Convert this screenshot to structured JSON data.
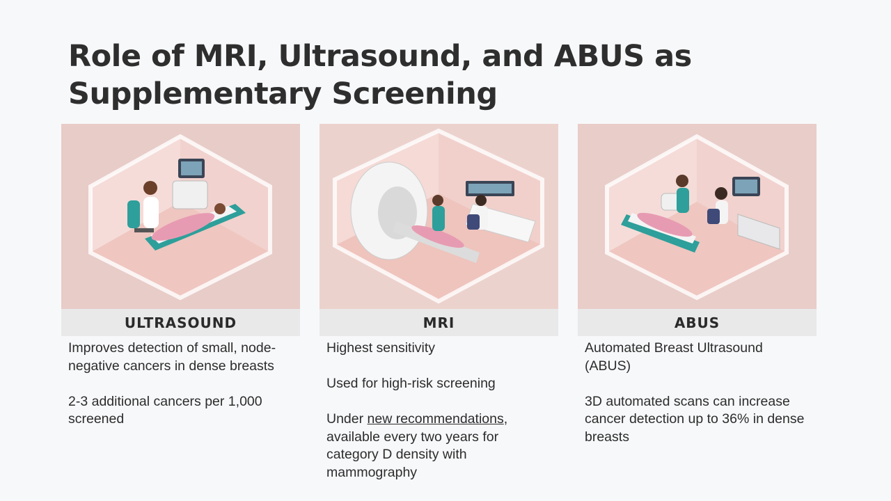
{
  "slide": {
    "title": "Role of MRI, Ultrasound, and ABUS as Supplementary Screening"
  },
  "cards": [
    {
      "heading": "ULTRASOUND",
      "image_icon": "ultrasound-exam-illustration",
      "paragraphs": [
        "Improves detection of small, node-negative cancers in dense breasts",
        "2-3 additional cancers per 1,000 screened"
      ]
    },
    {
      "heading": "MRI",
      "image_icon": "mri-scanner-illustration",
      "paragraphs": [
        "Highest sensitivity",
        "Used for high-risk screening"
      ],
      "link_para": {
        "prefix": "Under ",
        "link_text": "new recommendations",
        "suffix": ", available every two years for category D density with mammography"
      }
    },
    {
      "heading": "ABUS",
      "image_icon": "abus-exam-illustration",
      "paragraphs": [
        "Automated Breast Ultrasound (ABUS)",
        "3D automated scans can increase cancer detection up to 36% in dense breasts"
      ]
    }
  ],
  "colors": {
    "room_wall": "#f4d9d5",
    "room_floor": "#efc9c3",
    "bed": "#2e9f9a",
    "machine": "#f2f2f2"
  }
}
